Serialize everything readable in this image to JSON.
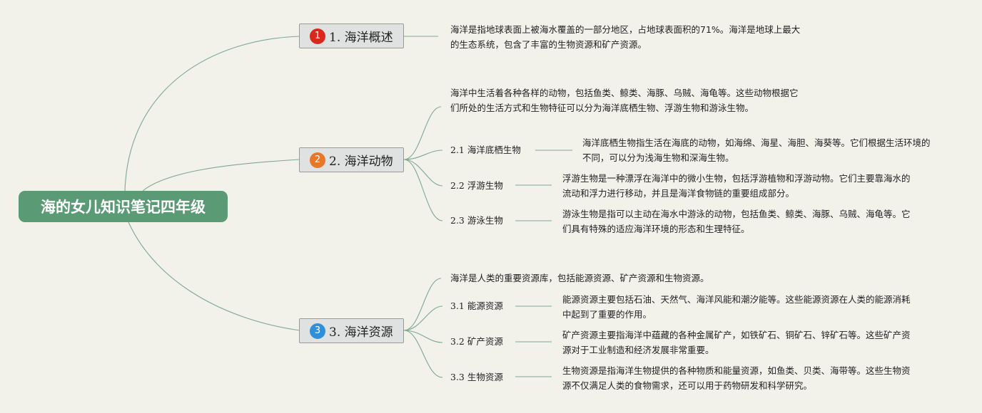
{
  "root": {
    "title": "海的女儿知识笔记四年级"
  },
  "topics": [
    {
      "id": "t1",
      "badge": "1",
      "badge_color": "#d9281c",
      "label": "1. 海洋概述",
      "note": "海洋是指地球表面上被海水覆盖的一部分地区，占地球表面积的71%。海洋是地球上最大的生态系统，包含了丰富的生物资源和矿产资源。",
      "subs": []
    },
    {
      "id": "t2",
      "badge": "2",
      "badge_color": "#e8772a",
      "label": "2. 海洋动物",
      "note": "海洋中生活着各种各样的动物，包括鱼类、鲸类、海豚、乌贼、海龟等。这些动物根据它们所处的生活方式和生物特征可以分为海洋底栖生物、浮游生物和游泳生物。",
      "subs": [
        {
          "label": "2.1 海洋底栖生物",
          "note": "海洋底栖生物指生活在海底的动物，如海绵、海星、海胆、海葵等。它们根据生活环境的不同，可以分为浅海生物和深海生物。"
        },
        {
          "label": "2.2 浮游生物",
          "note": "浮游生物是一种漂浮在海洋中的微小生物，包括浮游植物和浮游动物。它们主要靠海水的流动和浮力进行移动，并且是海洋食物链的重要组成部分。"
        },
        {
          "label": "2.3 游泳生物",
          "note": "游泳生物是指可以主动在海水中游泳的动物，包括鱼类、鲸类、海豚、乌贼、海龟等。它们具有特殊的适应海洋环境的形态和生理特征。"
        }
      ]
    },
    {
      "id": "t3",
      "badge": "3",
      "badge_color": "#2f8fd8",
      "label": "3. 海洋资源",
      "note": "海洋是人类的重要资源库，包括能源资源、矿产资源和生物资源。",
      "subs": [
        {
          "label": "3.1 能源资源",
          "note": "能源资源主要包括石油、天然气、海洋风能和潮汐能等。这些能源资源在人类的能源消耗中起到了重要的作用。"
        },
        {
          "label": "3.2 矿产资源",
          "note": "矿产资源主要指海洋中蕴藏的各种金属矿产，如铁矿石、铜矿石、锌矿石等。这些矿产资源对于工业制造和经济发展非常重要。"
        },
        {
          "label": "3.3 生物资源",
          "note": "生物资源是指海洋生物提供的各种物质和能量资源，如鱼类、贝类、海带等。这些生物资源不仅满足人类的食物需求，还可以用于药物研发和科学研究。"
        }
      ]
    }
  ],
  "colors": {
    "background": "#f2f1ea",
    "root": "#5a9a74",
    "link": "#7ea894",
    "topic_fill": "#dfe2e1",
    "topic_border": "#86a597"
  }
}
